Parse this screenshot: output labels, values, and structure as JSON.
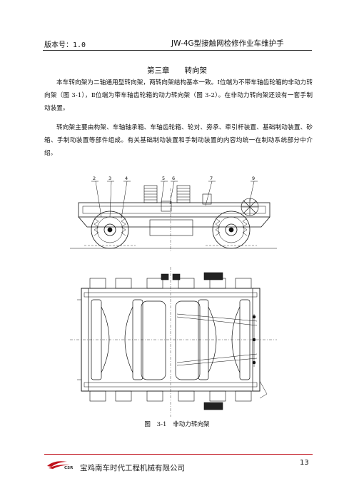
{
  "header": {
    "version": "版本号：1.0",
    "title": "JW-4G型接触网检修作业车维护手"
  },
  "chapter": {
    "title": "第三章　　转向架"
  },
  "paragraphs": [
    "本车转向架为二轴通用型转向架，两转向架结构基本一致。Ⅰ位端为不带车轴齿轮箱的非动力转向架（图 3-1），Ⅱ位端为带车轴齿轮箱的动力转向架（图 3-2）。在非动力转向架还设有一套手制动装置。",
    "转向架主要由构架、车轴轴承箱、车轴齿轮箱、轮对、旁承、牵引杆装置、基础制动装置、砂箱、手制动装置等部件组成。有关基础制动装置和手制动装置的内容均统一在制动系统部分中介绍。"
  ],
  "figure": {
    "callouts": [
      "2",
      "3",
      "4",
      "5",
      "6",
      "7",
      "9"
    ],
    "caption": "图 3-1　非动力转向架"
  },
  "footer": {
    "logo_text": "CSR",
    "company": "宝鸡南车时代工程机械有限公司",
    "page": "13",
    "accent": "#c0111b"
  }
}
